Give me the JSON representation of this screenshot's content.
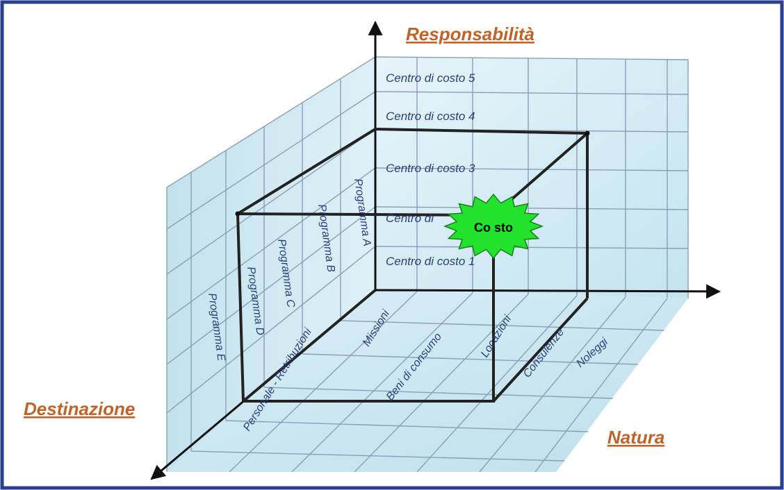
{
  "axes": {
    "vertical": "Responsabilità",
    "left": "Destinazione",
    "right": "Natura"
  },
  "responsabilita_labels": [
    "Centro di costo 5",
    "Centro di costo 4",
    "Centro di costo 3",
    "Centro di",
    "Centro di costo 1"
  ],
  "destinazione_labels": [
    "Programma A",
    "Programma B",
    "Programma C",
    "Programma D",
    "Programma E"
  ],
  "natura_labels": [
    "Personale - Retribuzioni",
    "Missioni",
    "Beni di consumo",
    "Locazioni",
    "Consulenze",
    "Noleggi"
  ],
  "center_badge": "Co sto",
  "colors": {
    "frame": "#2b3f8f",
    "axis_title": "#c0632b",
    "grid": "#7a8fa8",
    "plane_fill": "#cfe9f2",
    "badge_fill": "#22e22b"
  }
}
